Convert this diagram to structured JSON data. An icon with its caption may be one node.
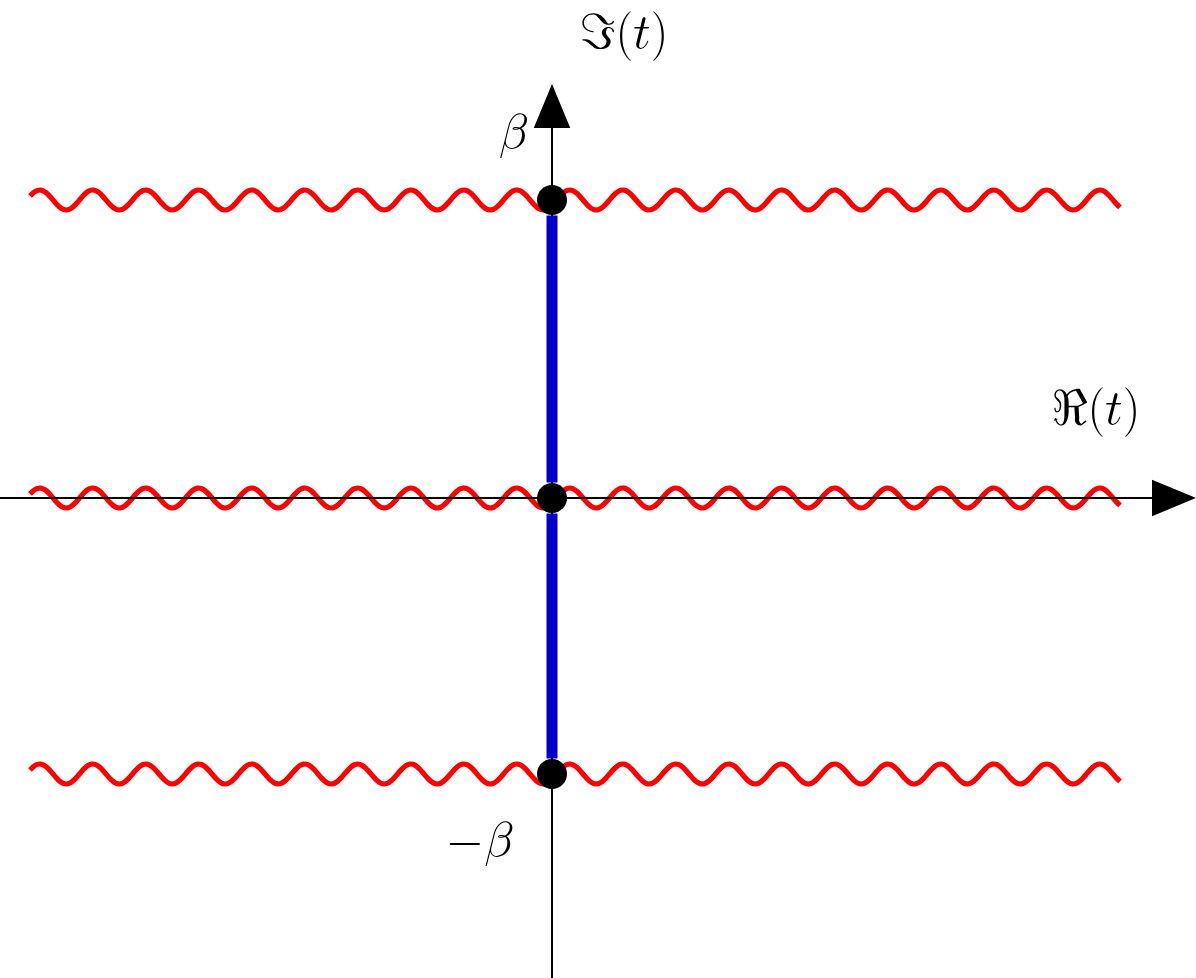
{
  "diagram": {
    "nodes": [
      {
        "text": [],
        "shape": "circle"
      },
      {
        "text": [],
        "shape": "circle"
      },
      {
        "text": [],
        "shape": "circle"
      }
    ],
    "edges": [
      {
        "from": 0,
        "to": 1,
        "arrow": "none",
        "color": "#0000cc"
      },
      {
        "from": 1,
        "to": 2,
        "arrow": "none",
        "color": "#0000cc"
      }
    ],
    "labels": [
      "\\Im(t)",
      "\\beta",
      "\\Re(t)",
      "-\\beta"
    ]
  }
}
